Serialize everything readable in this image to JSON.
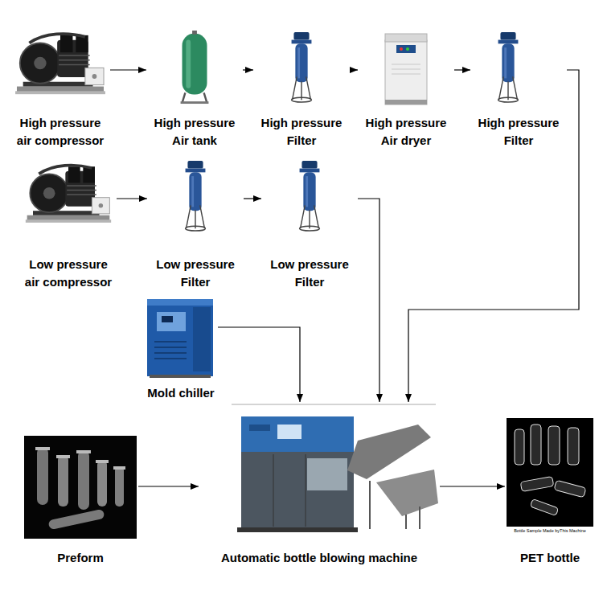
{
  "diagram": {
    "nodes": [
      {
        "text": [
          "High pressure air compressor"
        ]
      },
      {
        "text": [
          "High pressure Air tank"
        ]
      },
      {
        "text": [
          "High pressure Filter"
        ]
      },
      {
        "text": [
          "High pressure Air dryer"
        ]
      },
      {
        "text": [
          "High pressure Filter"
        ]
      },
      {
        "text": [
          "Low pressure air compressor"
        ]
      },
      {
        "text": [
          "Low pressure Filter"
        ]
      },
      {
        "text": [
          "Low pressure Filter"
        ]
      },
      {
        "text": [
          "Mold chiller"
        ]
      },
      {
        "text": [
          "Preform"
        ]
      },
      {
        "text": [
          "Automatic bottle blowing machine"
        ]
      },
      {
        "text": [
          "PET bottle"
        ]
      }
    ],
    "edges": [
      {
        "from": 0,
        "to": 1,
        "arrow": "to"
      },
      {
        "from": 1,
        "to": 2,
        "arrow": "to"
      },
      {
        "from": 2,
        "to": 3,
        "arrow": "to"
      },
      {
        "from": 3,
        "to": 4,
        "arrow": "to"
      },
      {
        "from": 4,
        "to": 10,
        "arrow": "to"
      },
      {
        "from": 5,
        "to": 6,
        "arrow": "to"
      },
      {
        "from": 6,
        "to": 7,
        "arrow": "to"
      },
      {
        "from": 7,
        "to": 10,
        "arrow": "to"
      },
      {
        "from": 8,
        "to": 10,
        "arrow": "to"
      },
      {
        "from": 9,
        "to": 10,
        "arrow": "to"
      },
      {
        "from": 10,
        "to": 11,
        "arrow": "to"
      }
    ],
    "labels": [
      "Bottle Sample Made byThis Machine"
    ]
  }
}
